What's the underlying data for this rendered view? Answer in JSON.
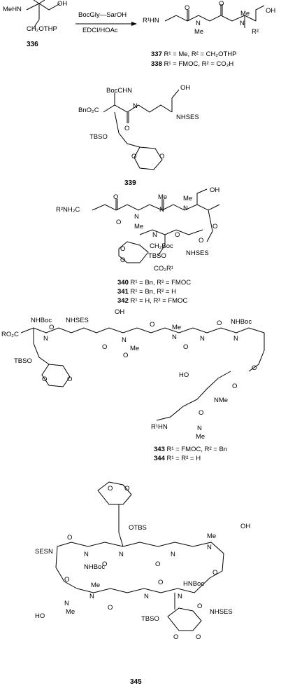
{
  "reaction": {
    "reagent_top": "BocGly—SarOH",
    "reagent_bottom": "EDCI/HOAc"
  },
  "compounds": {
    "c336": {
      "number": "336",
      "labels": [
        "MeHN",
        "OH",
        "CH₂OTHP"
      ]
    },
    "c337_338": {
      "labels": [
        "R¹HN",
        "N",
        "Me",
        "N",
        "Me",
        "R²",
        "OH",
        "O",
        "O"
      ],
      "captions": [
        {
          "number": "337",
          "text": " R¹ = Me,  R² = CH₂OTHP"
        },
        {
          "number": "338",
          "text": " R¹ = FMOC,  R² = CO₂H"
        }
      ]
    },
    "c339": {
      "number": "339",
      "labels": [
        "BocCHN",
        "N",
        "OH",
        "BnO₂C",
        "NHSES",
        "O",
        "TBSO",
        "O",
        "O"
      ]
    },
    "c340_342": {
      "labels": [
        "R²NH₂C",
        "O",
        "Me",
        "Me",
        "Me",
        "OH",
        "N",
        "N",
        "N",
        "N",
        "Me",
        "O",
        "O",
        "O",
        "O",
        "TBSO",
        "CH₂Boc",
        "NHSES",
        "CO₂R¹",
        "O",
        "O"
      ],
      "captions": [
        {
          "number": "340",
          "text": " R¹ = Bn,  R² = FMOC"
        },
        {
          "number": "341",
          "text": " R¹ = Bn,  R² = H"
        },
        {
          "number": "342",
          "text": " R¹ = H,  R² = FMOC"
        }
      ]
    },
    "c343_344": {
      "labels": [
        "RO₂C",
        "NHBoc",
        "NHSES",
        "OH",
        "N",
        "N",
        "N",
        "N",
        "N",
        "NHBoc",
        "O",
        "O",
        "O",
        "O",
        "O",
        "O",
        "Me",
        "Me",
        "TBSO",
        "O",
        "O",
        "HO",
        "O",
        "NMe",
        "O",
        "O",
        "R¹HN",
        "N",
        "Me"
      ],
      "captions": [
        {
          "number": "343",
          "text": " R¹ = FMOC,  R² = Bn"
        },
        {
          "number": "344",
          "text": " R¹ = R² = H"
        }
      ]
    },
    "c345": {
      "number": "345",
      "labels": [
        "O",
        "O",
        "OTBS",
        "Me",
        "OH",
        "SESN",
        "N",
        "N",
        "N",
        "N",
        "O",
        "O",
        "O",
        "NHBoc",
        "O",
        "O",
        "Me",
        "N",
        "N",
        "N",
        "HNBoc",
        "HO",
        "N",
        "O",
        "O",
        "O",
        "NHSES",
        "Me",
        "TBSO",
        "O",
        "O"
      ]
    }
  }
}
